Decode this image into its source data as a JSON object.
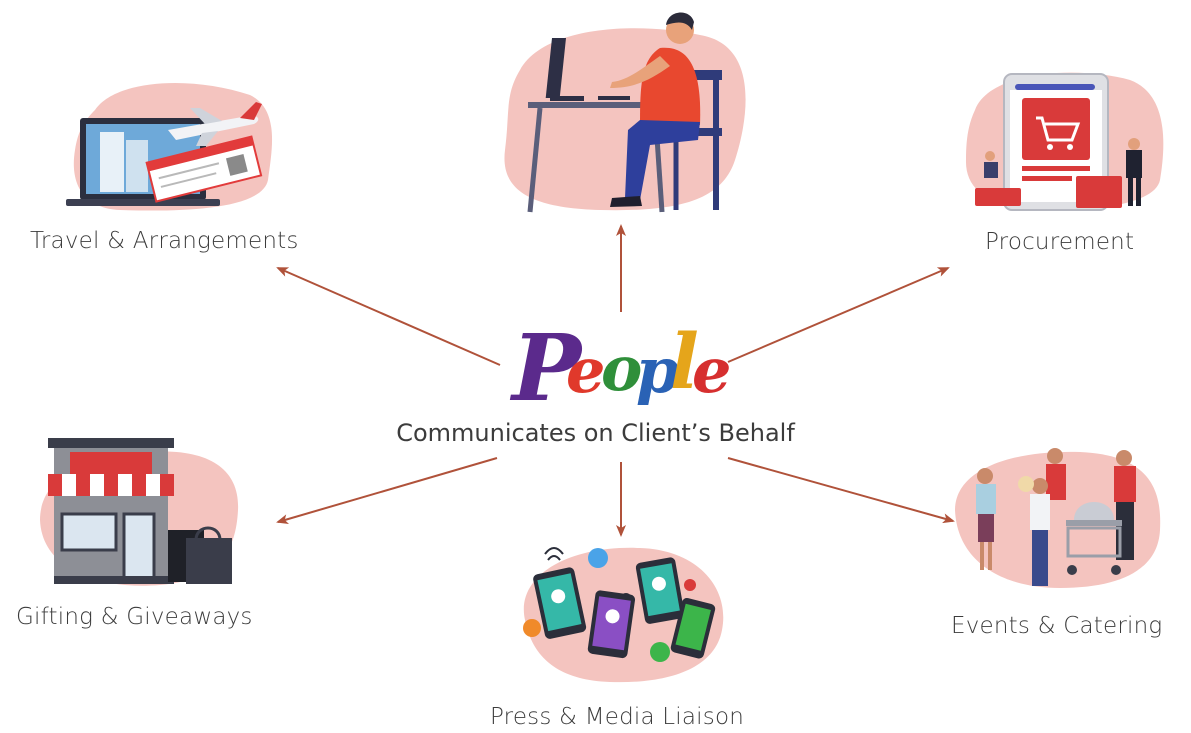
{
  "center": {
    "logo_letters": [
      "P",
      "e",
      "o",
      "p",
      "l",
      "e"
    ],
    "logo_colors": [
      "#5b2a8c",
      "#e0392b",
      "#2f8f3a",
      "#2a62b5",
      "#e5a51b",
      "#d62f2f"
    ],
    "caption": "Communicates on Client’s Behalf"
  },
  "services": [
    {
      "id": "travel",
      "label": "Travel & Arrangements",
      "icon": "travel-laptop-ticket-icon"
    },
    {
      "id": "computer",
      "label": "",
      "icon": "person-at-computer-icon"
    },
    {
      "id": "procurement",
      "label": "Procurement",
      "icon": "shopping-cart-tablet-icon"
    },
    {
      "id": "gifting",
      "label": "Gifting & Giveaways",
      "icon": "storefront-shopping-bags-icon"
    },
    {
      "id": "press",
      "label": "Press & Media Liaison",
      "icon": "microphones-phones-icon"
    },
    {
      "id": "events",
      "label": "Events & Catering",
      "icon": "catering-people-icon"
    }
  ],
  "colors": {
    "arrow": "#b0523a",
    "blob": "#f4c4bf",
    "accent_red": "#d93a3a"
  }
}
